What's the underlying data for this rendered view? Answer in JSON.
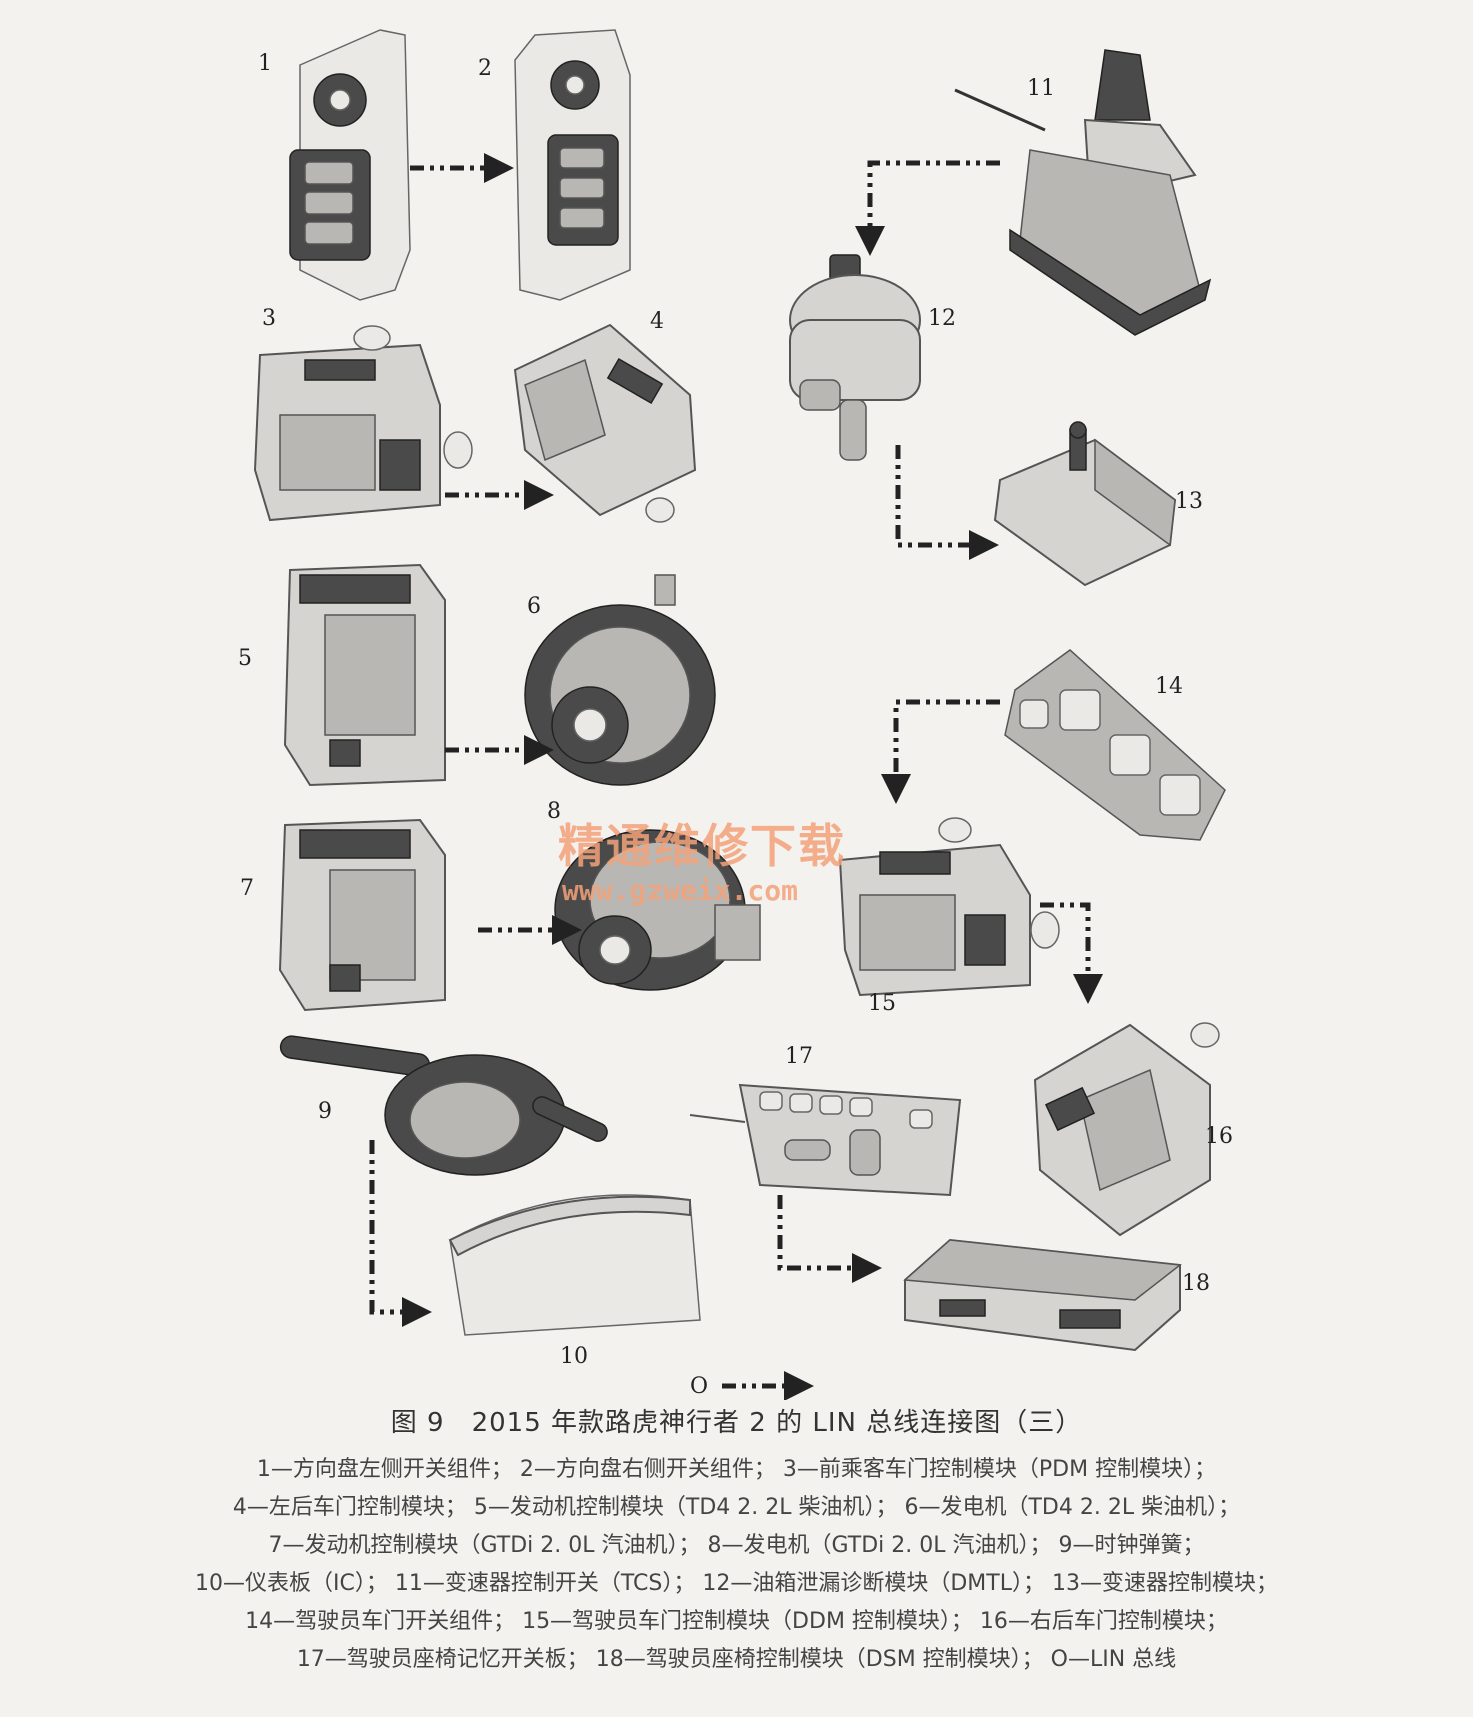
{
  "components": [
    {
      "id": "1",
      "label": "1"
    },
    {
      "id": "2",
      "label": "2"
    },
    {
      "id": "3",
      "label": "3"
    },
    {
      "id": "4",
      "label": "4"
    },
    {
      "id": "5",
      "label": "5"
    },
    {
      "id": "6",
      "label": "6"
    },
    {
      "id": "7",
      "label": "7"
    },
    {
      "id": "8",
      "label": "8"
    },
    {
      "id": "9",
      "label": "9"
    },
    {
      "id": "10",
      "label": "10"
    },
    {
      "id": "11",
      "label": "11"
    },
    {
      "id": "12",
      "label": "12"
    },
    {
      "id": "13",
      "label": "13"
    },
    {
      "id": "14",
      "label": "14"
    },
    {
      "id": "15",
      "label": "15"
    },
    {
      "id": "16",
      "label": "16"
    },
    {
      "id": "17",
      "label": "17"
    },
    {
      "id": "18",
      "label": "18"
    }
  ],
  "connections": [
    {
      "from": "1",
      "to": "2"
    },
    {
      "from": "3",
      "to": "4"
    },
    {
      "from": "5",
      "to": "6"
    },
    {
      "from": "7",
      "to": "8"
    },
    {
      "from": "9",
      "to": "10"
    },
    {
      "from": "11",
      "to": "12"
    },
    {
      "from": "12",
      "to": "13"
    },
    {
      "from": "14",
      "to": "15"
    },
    {
      "from": "15",
      "to": "16"
    },
    {
      "from": "17",
      "to": "18"
    }
  ],
  "legend": {
    "symbol": "O"
  },
  "watermark": {
    "line1": "精通维修下载",
    "line2": "www.gzweix.com"
  },
  "caption": {
    "title": "图 9　2015 年款路虎神行者 2 的 LIN 总线连接图（三）",
    "lines": [
      "1—方向盘左侧开关组件；  2—方向盘右侧开关组件；  3—前乘客车门控制模块（PDM 控制模块）；",
      "4—左后车门控制模块；  5—发动机控制模块（TD4 2. 2L 柴油机）；  6—发电机（TD4 2. 2L 柴油机）；",
      "7—发动机控制模块（GTDi 2. 0L 汽油机）；  8—发电机（GTDi 2. 0L 汽油机）；  9—时钟弹簧；",
      "10—仪表板（IC）；  11—变速器控制开关（TCS）；  12—油箱泄漏诊断模块（DMTL）；  13—变速器控制模块；",
      "14—驾驶员车门开关组件；  15—驾驶员车门控制模块（DDM 控制模块）；  16—右后车门控制模块；",
      "17—驾驶员座椅记忆开关板；  18—驾驶员座椅控制模块（DSM 控制模块）；  O—LIN 总线"
    ]
  }
}
